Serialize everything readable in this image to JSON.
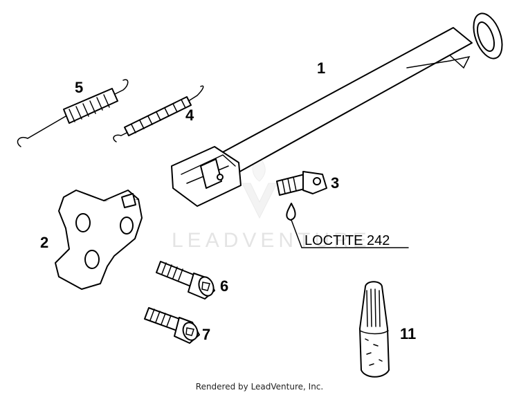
{
  "callouts": {
    "p1": "1",
    "p2": "2",
    "p3": "3",
    "p4": "4",
    "p5": "5",
    "p6": "6",
    "p7": "7",
    "p11": "11"
  },
  "note": "LOCTITE 242",
  "watermark": "LEADVENTURE",
  "footer": "Rendered by LeadVenture, Inc.",
  "colors": {
    "line": "#000000",
    "watermark": "#e4e4e4",
    "background": "#ffffff"
  }
}
